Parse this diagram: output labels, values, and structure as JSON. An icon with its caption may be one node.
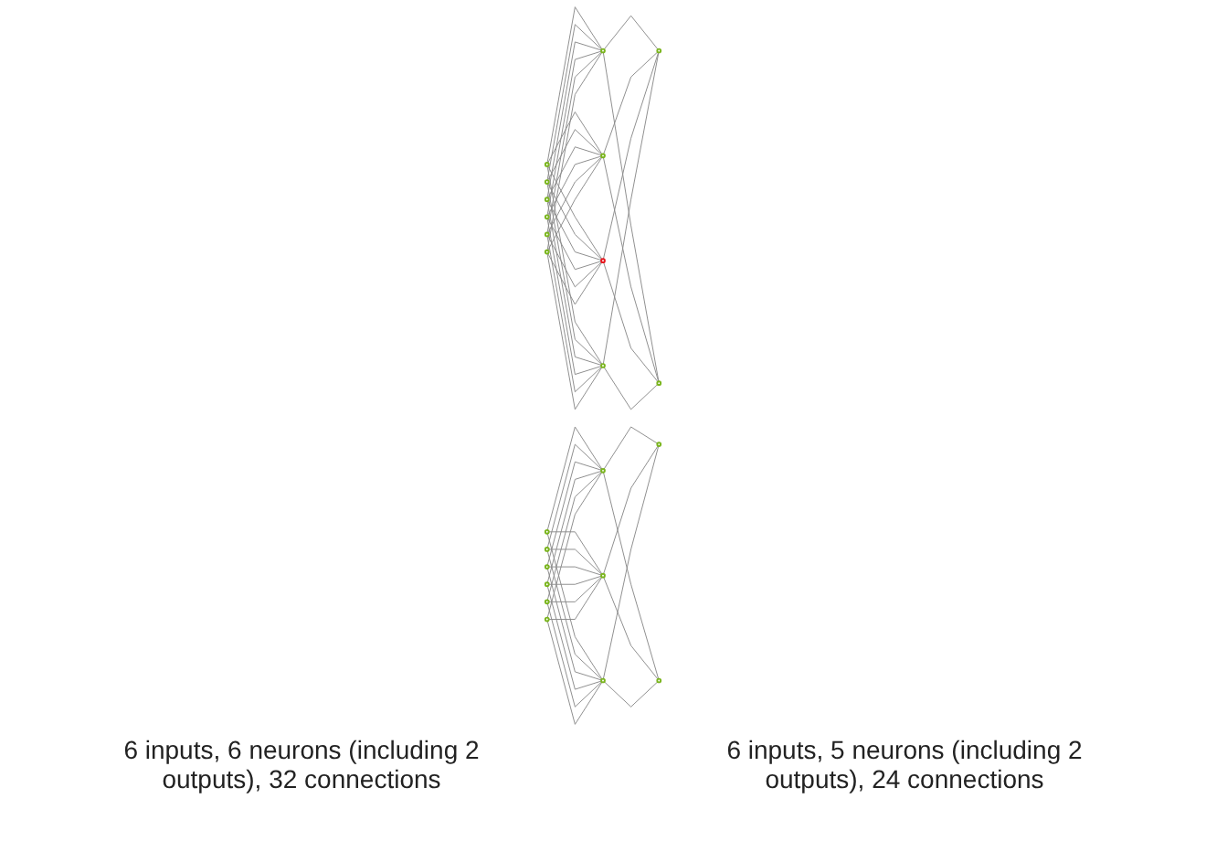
{
  "diagram": {
    "nodes": [
      {
        "text": [],
        "shape": "circle"
      },
      {
        "text": [],
        "shape": "circle"
      },
      {
        "text": [],
        "shape": "circle"
      },
      {
        "text": [],
        "shape": "circle"
      },
      {
        "text": [],
        "shape": "circle"
      },
      {
        "text": [],
        "shape": "circle"
      },
      {
        "text": [],
        "shape": "circle"
      },
      {
        "text": [],
        "shape": "circle"
      },
      {
        "text": [],
        "shape": "circle"
      },
      {
        "text": [],
        "shape": "circle"
      },
      {
        "text": [],
        "shape": "circle"
      },
      {
        "text": [],
        "shape": "circle"
      },
      {
        "text": [],
        "shape": "circle"
      },
      {
        "text": [],
        "shape": "circle"
      },
      {
        "text": [],
        "shape": "circle"
      },
      {
        "text": [],
        "shape": "circle"
      },
      {
        "text": [],
        "shape": "circle"
      },
      {
        "text": [],
        "shape": "circle"
      },
      {
        "text": [],
        "shape": "circle"
      },
      {
        "text": [],
        "shape": "circle"
      },
      {
        "text": [],
        "shape": "circle"
      },
      {
        "text": [],
        "shape": "circle"
      },
      {
        "text": [],
        "shape": "circle"
      }
    ],
    "edges": [
      {
        "from": 0,
        "to": 6,
        "arrow": "none"
      },
      {
        "from": 0,
        "to": 7,
        "arrow": "none"
      },
      {
        "from": 0,
        "to": 8,
        "arrow": "none"
      },
      {
        "from": 0,
        "to": 9,
        "arrow": "none"
      },
      {
        "from": 1,
        "to": 6,
        "arrow": "none"
      },
      {
        "from": 1,
        "to": 7,
        "arrow": "none"
      },
      {
        "from": 1,
        "to": 8,
        "arrow": "none"
      },
      {
        "from": 1,
        "to": 9,
        "arrow": "none"
      },
      {
        "from": 2,
        "to": 6,
        "arrow": "none"
      },
      {
        "from": 2,
        "to": 7,
        "arrow": "none"
      },
      {
        "from": 2,
        "to": 8,
        "arrow": "none"
      },
      {
        "from": 2,
        "to": 9,
        "arrow": "none"
      },
      {
        "from": 3,
        "to": 6,
        "arrow": "none"
      },
      {
        "from": 3,
        "to": 7,
        "arrow": "none"
      },
      {
        "from": 3,
        "to": 8,
        "arrow": "none"
      },
      {
        "from": 3,
        "to": 9,
        "arrow": "none"
      },
      {
        "from": 4,
        "to": 6,
        "arrow": "none"
      },
      {
        "from": 4,
        "to": 7,
        "arrow": "none"
      },
      {
        "from": 4,
        "to": 8,
        "arrow": "none"
      },
      {
        "from": 4,
        "to": 9,
        "arrow": "none"
      },
      {
        "from": 5,
        "to": 6,
        "arrow": "none"
      },
      {
        "from": 5,
        "to": 7,
        "arrow": "none"
      },
      {
        "from": 5,
        "to": 8,
        "arrow": "none"
      },
      {
        "from": 5,
        "to": 9,
        "arrow": "none"
      },
      {
        "from": 6,
        "to": 10,
        "arrow": "none"
      },
      {
        "from": 6,
        "to": 11,
        "arrow": "none"
      },
      {
        "from": 7,
        "to": 10,
        "arrow": "none"
      },
      {
        "from": 7,
        "to": 11,
        "arrow": "none"
      },
      {
        "from": 8,
        "to": 10,
        "arrow": "none"
      },
      {
        "from": 8,
        "to": 11,
        "arrow": "none"
      },
      {
        "from": 9,
        "to": 10,
        "arrow": "none"
      },
      {
        "from": 9,
        "to": 11,
        "arrow": "none"
      },
      {
        "from": 12,
        "to": 18,
        "arrow": "none"
      },
      {
        "from": 12,
        "to": 19,
        "arrow": "none"
      },
      {
        "from": 12,
        "to": 20,
        "arrow": "none"
      },
      {
        "from": 13,
        "to": 18,
        "arrow": "none"
      },
      {
        "from": 13,
        "to": 19,
        "arrow": "none"
      },
      {
        "from": 13,
        "to": 20,
        "arrow": "none"
      },
      {
        "from": 14,
        "to": 18,
        "arrow": "none"
      },
      {
        "from": 14,
        "to": 19,
        "arrow": "none"
      },
      {
        "from": 14,
        "to": 20,
        "arrow": "none"
      },
      {
        "from": 15,
        "to": 18,
        "arrow": "none"
      },
      {
        "from": 15,
        "to": 19,
        "arrow": "none"
      },
      {
        "from": 15,
        "to": 20,
        "arrow": "none"
      },
      {
        "from": 16,
        "to": 18,
        "arrow": "none"
      },
      {
        "from": 16,
        "to": 19,
        "arrow": "none"
      },
      {
        "from": 16,
        "to": 20,
        "arrow": "none"
      },
      {
        "from": 17,
        "to": 18,
        "arrow": "none"
      },
      {
        "from": 17,
        "to": 19,
        "arrow": "none"
      },
      {
        "from": 17,
        "to": 20,
        "arrow": "none"
      },
      {
        "from": 18,
        "to": 21,
        "arrow": "none"
      },
      {
        "from": 18,
        "to": 22,
        "arrow": "none"
      },
      {
        "from": 19,
        "to": 21,
        "arrow": "none"
      },
      {
        "from": 19,
        "to": 22,
        "arrow": "none"
      },
      {
        "from": 20,
        "to": 21,
        "arrow": "none"
      },
      {
        "from": 20,
        "to": 22,
        "arrow": "none"
      }
    ],
    "labels": [
      "6 inputs, 6 neurons (including 2 outputs), 32 connections",
      "6 inputs, 5 neurons (including 2 outputs), 24 connections"
    ]
  }
}
